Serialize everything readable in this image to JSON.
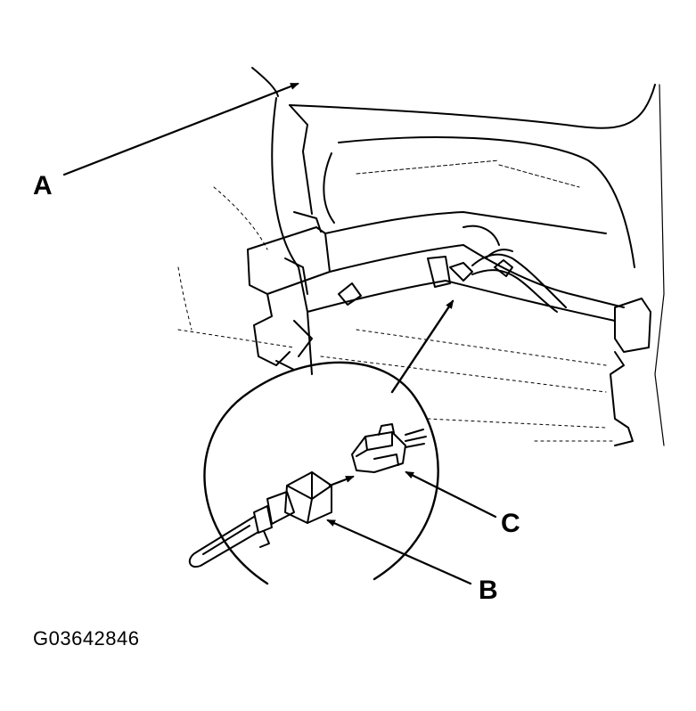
{
  "callouts": {
    "a": "A",
    "b": "B",
    "c": "C"
  },
  "figure_id": "G03642846",
  "colors": {
    "ink": "#000000",
    "paper": "#ffffff"
  }
}
